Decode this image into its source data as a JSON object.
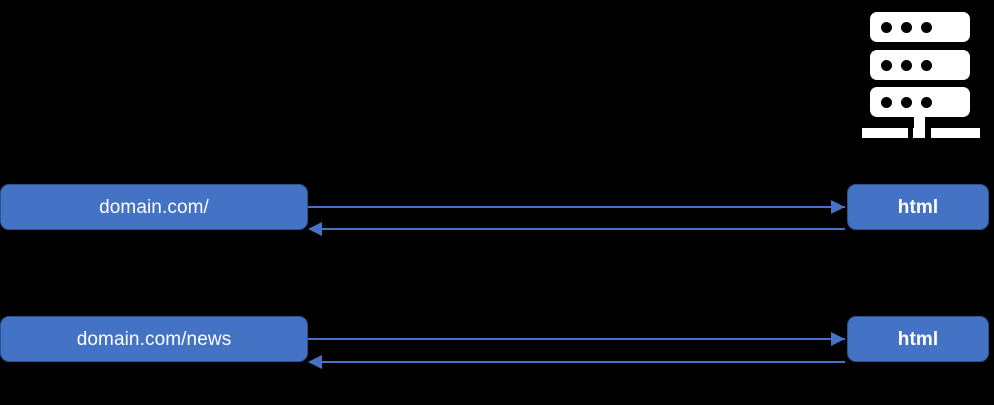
{
  "diagram": {
    "title": "HTTP request/response flow between browser URLs and web server",
    "background_color": "#000000",
    "node_fill_color": "#4472C4",
    "node_border_color": "#2F528F",
    "node_text_color": "#FFFFFF",
    "connector_color": "#4472C4",
    "server_icon_color": "#FFFFFF"
  },
  "server": {
    "icon_name": "server-icon",
    "bar_count": 3,
    "dots_per_bar": 3
  },
  "rows": [
    {
      "id": "home",
      "url_label": "domain.com/",
      "response_label": "html",
      "request_arrow_direction": "right",
      "response_arrow_direction": "left"
    },
    {
      "id": "news",
      "url_label": "domain.com/news",
      "response_label": "html",
      "request_arrow_direction": "right",
      "response_arrow_direction": "left"
    }
  ]
}
